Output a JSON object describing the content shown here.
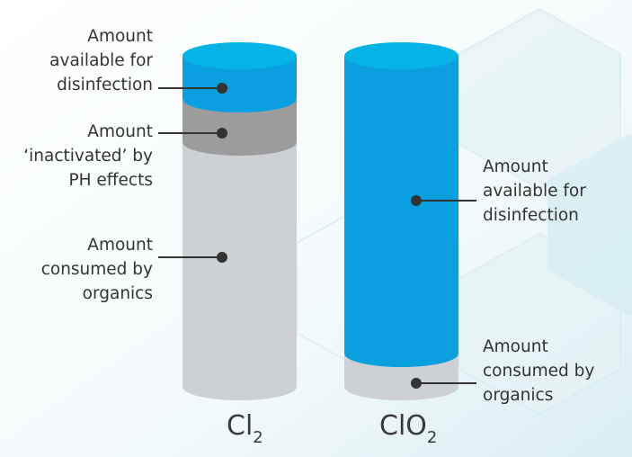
{
  "cl2": {
    "name": "Cl",
    "subscript": "2",
    "labels": {
      "available": [
        "Amount",
        "available for",
        "disinfection"
      ],
      "inactivated": [
        "Amount",
        "‘inactivated’ by",
        "PH effects"
      ],
      "consumed": [
        "Amount",
        "consumed by",
        "organics"
      ]
    }
  },
  "clo2": {
    "name": "ClO",
    "subscript": "2",
    "labels": {
      "available": [
        "Amount",
        "available for",
        "disinfection"
      ],
      "consumed": [
        "Amount",
        "consumed by",
        "organics"
      ]
    }
  },
  "colors": {
    "blue": "#0aa0e0",
    "blue_top": "#05b4e4",
    "dark_gray": "#9c9c9c",
    "light_gray": "#cdd0d4",
    "text": "#333333"
  }
}
